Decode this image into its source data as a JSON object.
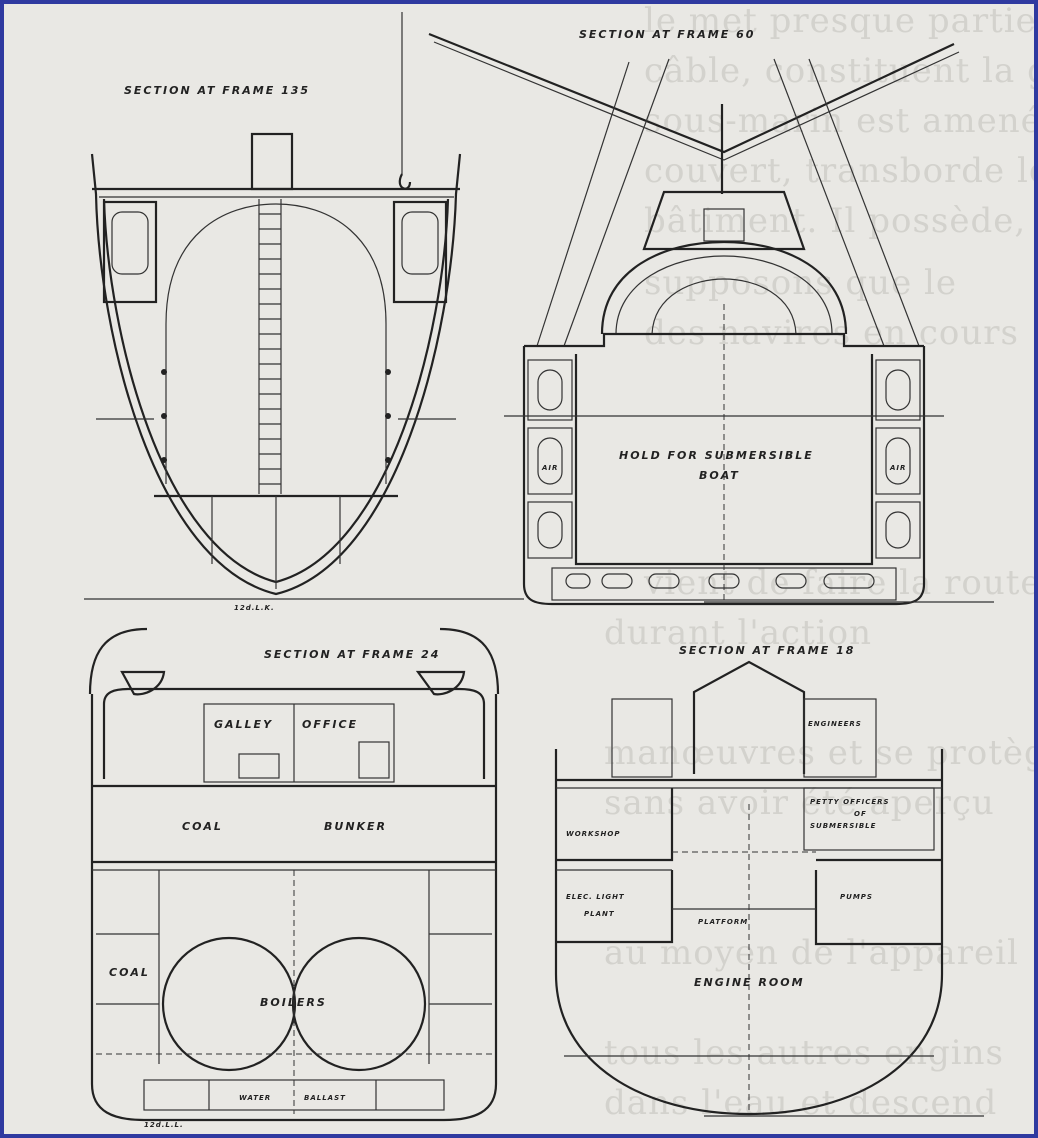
{
  "background_text": [
    "le met presque partie comple",
    "câble, constituent la grue du",
    "sous-marin est amené à",
    "couvert, transborde le",
    "bâtiment. Il possède, en",
    "supposons que le",
    "des navires en cours",
    "vient de faire la route",
    "durant l'action",
    "manœuvres et se protège",
    "sans avoir été aperçu",
    "au moyen de l'appareil",
    "tous les autres engins",
    "dans l'eau et descend"
  ],
  "sections": {
    "frame135": {
      "title": "SECTION AT FRAME 135",
      "keel_note": "12d.L.K."
    },
    "frame60": {
      "title": "SECTION AT FRAME 60",
      "hold_line1": "HOLD FOR SUBMERSIBLE",
      "hold_line2": "BOAT",
      "air_left": "AIR",
      "air_right": "AIR"
    },
    "frame24": {
      "title": "SECTION AT FRAME 24",
      "galley": "GALLEY",
      "office": "OFFICE",
      "coal_bunker_left": "COAL",
      "coal_bunker_right": "BUNKER",
      "coal": "COAL",
      "boilers": "BOILERS",
      "water": "WATER",
      "ballast": "BALLAST",
      "keel_note": "12d.L.L."
    },
    "frame18": {
      "title": "SECTION AT FRAME 18",
      "engineers": "ENGINEERS",
      "petty1": "PETTY OFFICERS",
      "petty2": "OF",
      "petty3": "SUBMERSIBLE",
      "workshop": "WORKSHOP",
      "elec1": "ELEC. LIGHT",
      "elec2": "PLANT",
      "pumps": "PUMPS",
      "platform": "PLATFORM",
      "engine_room": "ENGINE ROOM"
    }
  }
}
